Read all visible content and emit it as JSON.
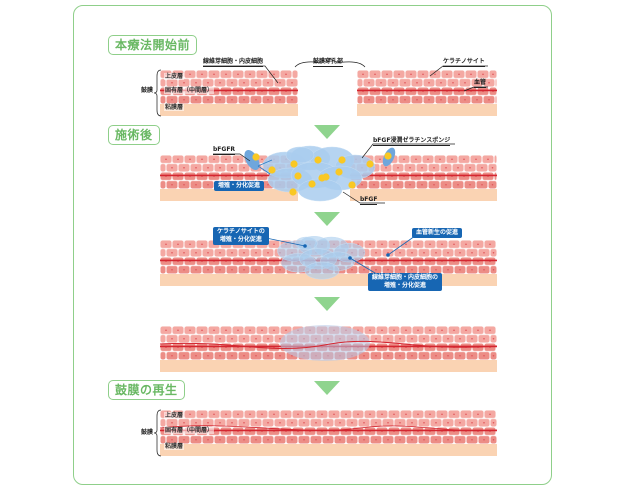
{
  "steps": [
    {
      "title": "本療法開始前",
      "labels": {
        "fibro_endo": "線維芽細胞・内皮細胞",
        "perforation": "鼓膜穿孔部",
        "keratinocyte": "ケラチノサイト",
        "vessel": "血管"
      },
      "layers": {
        "membrane": "鼓膜",
        "epidermis": "上皮層",
        "lamina_propria": "固有層（中間層）",
        "mucosa": "粘膜層"
      }
    },
    {
      "title": "施術後",
      "labels": {
        "receptor": "bFGFR",
        "sponge": "bFGF浸潤ゼラチンスポンジ",
        "growth_factor": "bFGF",
        "callout": "増殖・分化促進"
      }
    },
    {
      "labels": {
        "keratinocyte_callout_1": "ケラチノサイトの",
        "keratinocyte_callout_2": "増殖・分化促進",
        "angiogenesis_callout": "血管新生の促進",
        "fibro_callout_1": "線維芽細胞・内皮細胞の",
        "fibro_callout_2": "増殖・分化促進"
      }
    },
    {},
    {
      "title": "鼓膜の再生",
      "layers": {
        "membrane": "鼓膜",
        "epidermis": "上皮層",
        "lamina_propria": "固有層（中間層）",
        "mucosa": "粘膜層"
      }
    }
  ],
  "colors": {
    "frame": "#8fcf8a",
    "title_text": "#69b863",
    "arrow": "#8fd48e",
    "cell_light": "#f4a8a2",
    "cell_mid": "#ec8d86",
    "cell_nucleus": "#e0555a",
    "vessel": "#d42630",
    "mucosa": "#fad3b3",
    "sponge": "#a9cdee",
    "bfgf_dot": "#f9c824",
    "callout": "#1766b3"
  }
}
